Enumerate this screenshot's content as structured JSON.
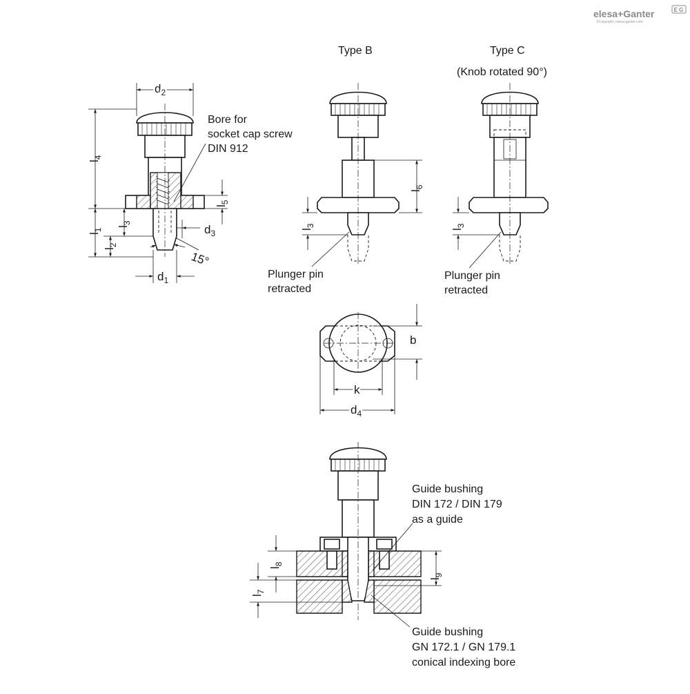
{
  "brand": {
    "logo_text": "elesa+Ganter",
    "copyright": "©Copyright | elesa-ganter.com",
    "badge": "E G"
  },
  "views": {
    "type_b": {
      "title": "Type B"
    },
    "type_c": {
      "title": "Type C",
      "subtitle": "(Knob rotated 90°)"
    }
  },
  "callouts": {
    "bore": [
      "Bore for",
      "socket cap screw",
      "DIN 912"
    ],
    "plunger_b": [
      "Plunger pin",
      "retracted"
    ],
    "plunger_c": [
      "Plunger pin",
      "retracted"
    ],
    "bushing_top": [
      "Guide bushing",
      "DIN 172 / DIN 179",
      "as a guide"
    ],
    "bushing_bottom": [
      "Guide bushing",
      "GN 172.1 / GN 179.1",
      "conical indexing bore"
    ]
  },
  "dimensions": {
    "d2": {
      "base": "d",
      "sub": "2"
    },
    "d1": {
      "base": "d",
      "sub": "1"
    },
    "d3": {
      "base": "d",
      "sub": "3"
    },
    "d4": {
      "base": "d",
      "sub": "4"
    },
    "l1": {
      "base": "l",
      "sub": "1"
    },
    "l2": {
      "base": "l",
      "sub": "2"
    },
    "l3": {
      "base": "l",
      "sub": "3"
    },
    "l3b": {
      "base": "l",
      "sub": "3"
    },
    "l3c": {
      "base": "l",
      "sub": "3"
    },
    "l4": {
      "base": "l",
      "sub": "4"
    },
    "l5": {
      "base": "l",
      "sub": "5"
    },
    "l6": {
      "base": "l",
      "sub": "6"
    },
    "l7": {
      "base": "l",
      "sub": "7"
    },
    "l8": {
      "base": "l",
      "sub": "8"
    },
    "l9": {
      "base": "l",
      "sub": "9"
    },
    "k": {
      "base": "k"
    },
    "b": {
      "base": "b"
    },
    "angle": {
      "base": "15°"
    }
  }
}
